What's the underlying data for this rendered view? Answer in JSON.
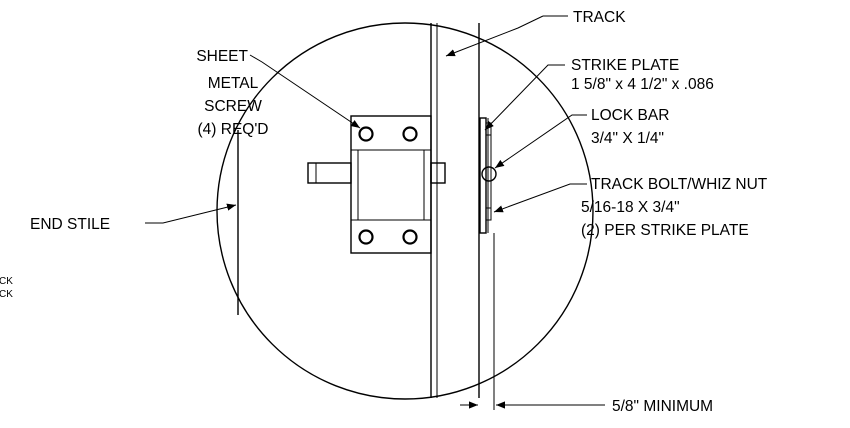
{
  "labels": {
    "track": "TRACK",
    "sheet_metal_screw": [
      "SHEET",
      "METAL",
      "SCREW",
      "(4) REQ'D"
    ],
    "strike_plate": [
      "STRIKE PLATE",
      "1 5/8\" x 4 1/2\" x .086"
    ],
    "lock_bar": [
      "LOCK BAR",
      "3/4\" X 1/4\""
    ],
    "track_bolt": [
      "TRACK BOLT/WHIZ NUT",
      "5/16-18 X 3/4\"",
      "(2) PER STRIKE PLATE"
    ],
    "end_stile": "END STILE",
    "minimum": "5/8\" MINIMUM",
    "cut_off": [
      "CK",
      "CK"
    ]
  }
}
